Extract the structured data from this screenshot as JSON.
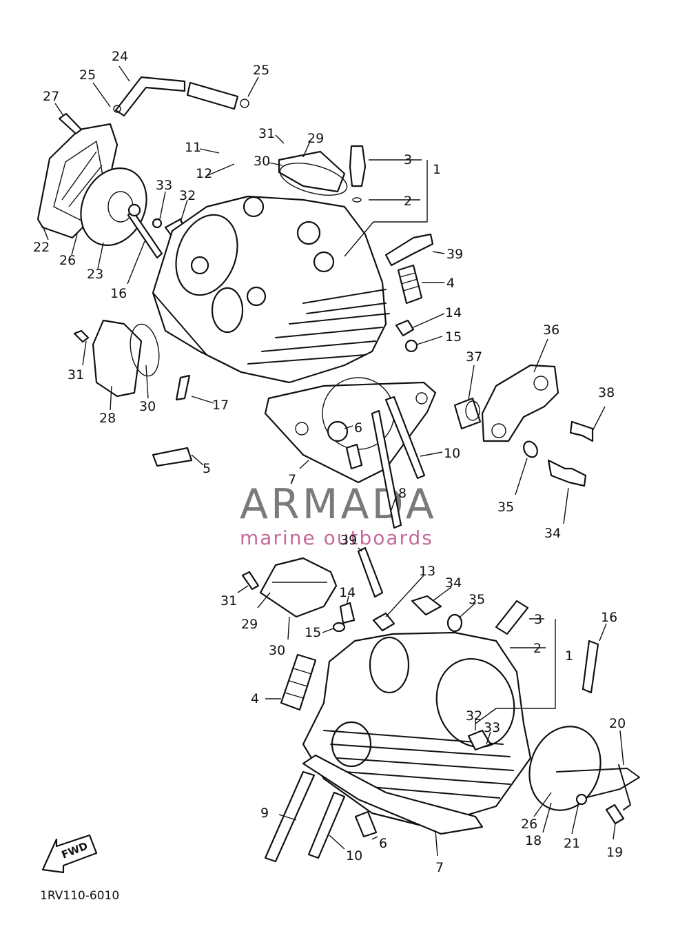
{
  "diagram": {
    "catalog_code": "1RV110-6010",
    "fwd_label": "FWD"
  },
  "watermark": {
    "brand": "ARMADA",
    "tagline": "marine outboards"
  },
  "callouts_upper": [
    "24",
    "25",
    "25",
    "27",
    "31",
    "29",
    "11",
    "30",
    "3",
    "2",
    "1",
    "12",
    "33",
    "32",
    "22",
    "26",
    "23",
    "16",
    "39",
    "4",
    "14",
    "15",
    "36",
    "31",
    "30",
    "28",
    "17",
    "37",
    "38",
    "6",
    "10",
    "7",
    "5",
    "35",
    "34",
    "8"
  ],
  "callouts_lower": [
    "39",
    "13",
    "34",
    "35",
    "31",
    "29",
    "14",
    "15",
    "3",
    "30",
    "2",
    "1",
    "16",
    "4",
    "32",
    "33",
    "20",
    "9",
    "6",
    "26",
    "18",
    "21",
    "19",
    "10",
    "7"
  ]
}
